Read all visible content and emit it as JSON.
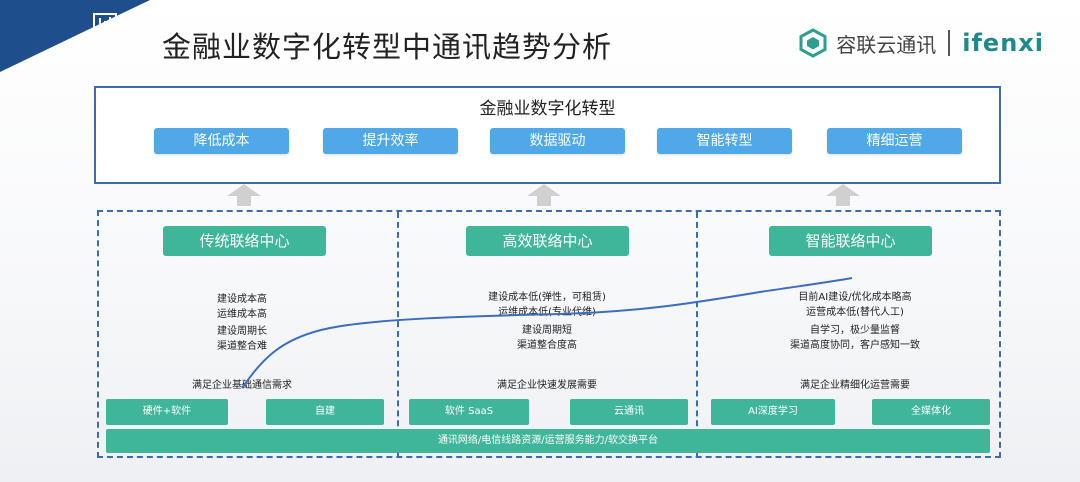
{
  "header": {
    "title": "金融业数字化转型中通讯趋势分析",
    "brand_cn": "容联云通讯",
    "brand_en": "ifenxi"
  },
  "top": {
    "title": "金融业数字化转型",
    "tags": [
      "降低成本",
      "提升效率",
      "数据驱动",
      "智能转型",
      "精细运营"
    ]
  },
  "columns": [
    {
      "title": "传统联络中心",
      "desc_a": [
        "建设成本高",
        "运维成本高"
      ],
      "desc_b": [
        "建设周期长",
        "渠道整合难"
      ],
      "need": "满足企业基础通信需求",
      "tags": [
        "硬件+软件",
        "自建"
      ]
    },
    {
      "title": "高效联络中心",
      "desc_a": [
        "建设成本低(弹性，可租赁)",
        "运维成本低(专业代维)"
      ],
      "desc_b": [
        "建设周期短",
        "渠道整合度高"
      ],
      "need": "满足企业快速发展需要",
      "tags": [
        "软件 SaaS",
        "云通讯"
      ]
    },
    {
      "title": "智能联络中心",
      "desc_a": [
        "目前AI建设/优化成本略高",
        "运营成本低(替代人工)"
      ],
      "desc_b": [
        "自学习，极少量监督",
        "渠道高度协同，客户感知一致"
      ],
      "need": "满足企业精细化运营需要",
      "tags": [
        "AI深度学习",
        "全媒体化"
      ]
    }
  ],
  "base": "通讯网络/电信线路资源/运营服务能力/软交换平台",
  "colors": {
    "navy": "#1f4e8c",
    "frame_blue": "#3d6bb0",
    "tag_blue": "#4fa8e8",
    "green": "#3fb59a"
  },
  "icons": [
    "chart-icon",
    "brand-logo-icon",
    "arrow-up-icon"
  ]
}
